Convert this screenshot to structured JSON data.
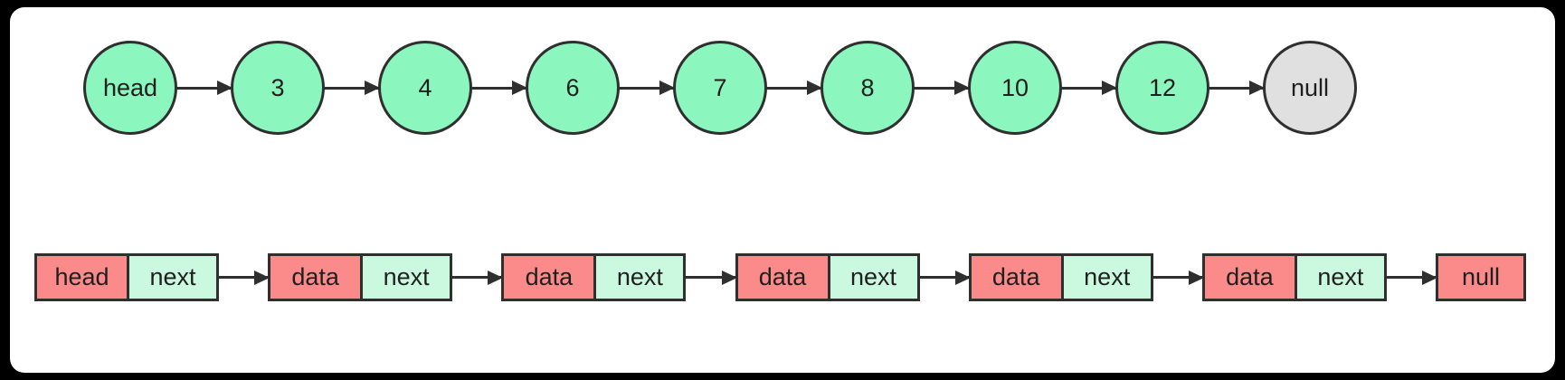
{
  "colors": {
    "frame_bg": "#000000",
    "canvas_bg": "#ffffff",
    "stroke": "#2f2f2f",
    "text": "#1f1f1f",
    "node_fill": "#8bf6bd",
    "null_node_fill": "#e0e0e0",
    "data_cell_fill": "#fb8a8a",
    "next_cell_fill": "#cbf9e0"
  },
  "circle_row": {
    "nodes": [
      {
        "label": "head",
        "variant": "green"
      },
      {
        "label": "3",
        "variant": "green"
      },
      {
        "label": "4",
        "variant": "green"
      },
      {
        "label": "6",
        "variant": "green"
      },
      {
        "label": "7",
        "variant": "green"
      },
      {
        "label": "8",
        "variant": "green"
      },
      {
        "label": "10",
        "variant": "green"
      },
      {
        "label": "12",
        "variant": "green"
      },
      {
        "label": "null",
        "variant": "gray"
      }
    ]
  },
  "box_row": {
    "nodes": [
      {
        "cells": [
          "head",
          "next"
        ]
      },
      {
        "cells": [
          "data",
          "next"
        ]
      },
      {
        "cells": [
          "data",
          "next"
        ]
      },
      {
        "cells": [
          "data",
          "next"
        ]
      },
      {
        "cells": [
          "data",
          "next"
        ]
      },
      {
        "cells": [
          "data",
          "next"
        ]
      },
      {
        "cells": [
          "null"
        ]
      }
    ]
  }
}
